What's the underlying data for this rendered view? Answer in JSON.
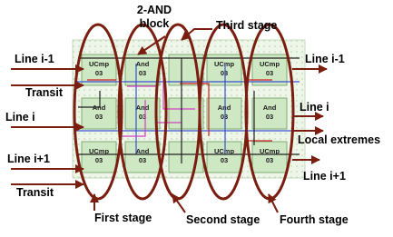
{
  "labels": {
    "and_block_line1": "2-AND",
    "and_block_line2": "block",
    "third_stage": "Third stage",
    "line_im1_left": "Line i-1",
    "transit_top": "Transit",
    "line_i_left": "Line i",
    "line_ip1_left": "Line i+1",
    "transit_bottom": "Transit",
    "line_im1_right": "Line i-1",
    "line_i_right": "Line i",
    "local_extremes": "Local extremes",
    "line_ip1_right": "Line i+1",
    "first_stage": "First stage",
    "second_stage": "Second stage",
    "fourth_stage": "Fourth stage"
  },
  "cells": {
    "row_top": [
      {
        "name": "UCmp",
        "num": "03"
      },
      {
        "name": "And",
        "num": "03"
      },
      {
        "name": "",
        "num": ""
      },
      {
        "name": "UCmp",
        "num": "03"
      },
      {
        "name": "UCmp",
        "num": "03"
      }
    ],
    "row_mid": [
      {
        "name": "And",
        "num": "03"
      },
      {
        "name": "And",
        "num": "03"
      },
      {
        "name": "",
        "num": ""
      },
      {
        "name": "And",
        "num": "03"
      },
      {
        "name": "And",
        "num": "03"
      }
    ],
    "row_bot": [
      {
        "name": "UCmp",
        "num": "03"
      },
      {
        "name": "And",
        "num": "03"
      },
      {
        "name": "",
        "num": ""
      },
      {
        "name": "UCmp",
        "num": "03"
      },
      {
        "name": "UCmp",
        "num": "03"
      }
    ]
  },
  "colors": {
    "ellipse": "#7a1e10",
    "arrow": "#7a1e10",
    "cell_fill": "#cfe8c4",
    "cell_border": "#6a9a5a",
    "wire_blue": "#3a4fd0",
    "wire_pink": "#d040c0",
    "wire_red": "#d02020",
    "wire_dark": "#202020"
  }
}
